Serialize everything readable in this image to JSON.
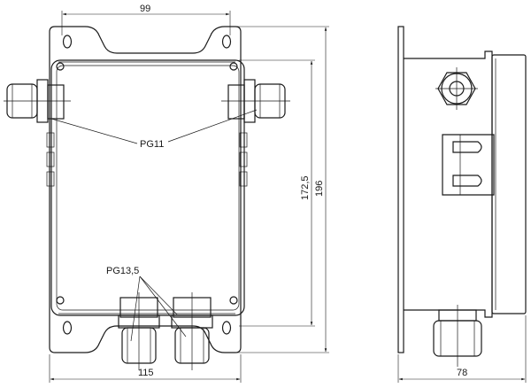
{
  "dimensions": {
    "top_width": "99",
    "bottom_width": "115",
    "inner_height": "172,5",
    "outer_height": "196",
    "side_depth": "78"
  },
  "callouts": {
    "side_glands": "PG11",
    "bottom_glands": "PG13,5"
  }
}
